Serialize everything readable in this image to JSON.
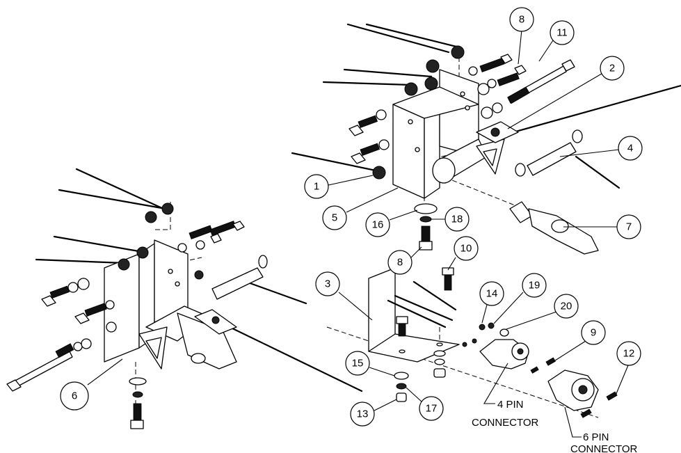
{
  "balloons": {
    "b1": "1",
    "b2": "2",
    "b3": "3",
    "b4": "4",
    "b5": "5",
    "b6": "6",
    "b7": "7",
    "b8a": "8",
    "b8b": "8",
    "b9": "9",
    "b10": "10",
    "b11": "11",
    "b12": "12",
    "b13": "13",
    "b14": "14",
    "b15": "15",
    "b16": "16",
    "b17": "17",
    "b18": "18",
    "b19": "19",
    "b20": "20"
  },
  "callouts": {
    "four_pin": "4 PIN\nCONNECTOR",
    "four_pin_line1": "4 PIN",
    "four_pin_line2": "CONNECTOR",
    "six_pin_line1": "6 PIN",
    "six_pin_line2": "CONNECTOR"
  }
}
